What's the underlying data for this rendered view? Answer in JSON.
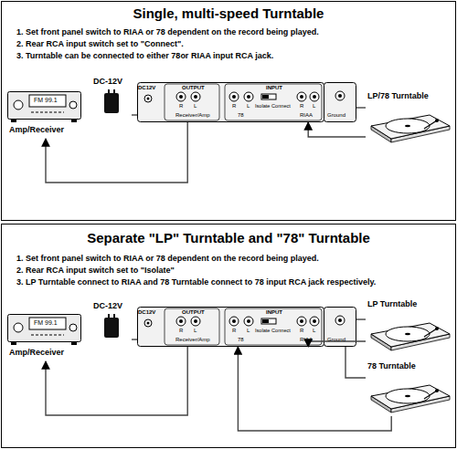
{
  "diagram": {
    "title": "Single, multi-speed Turntable",
    "nodes": [
      {
        "text": [
          "FM 99.1",
          "Amp/Receiver"
        ]
      },
      {
        "text": [
          "DC-12V"
        ]
      },
      {
        "text": [
          "DC12V",
          "OUTPUT",
          "R",
          "L",
          "Receiver/Amp",
          "INPUT",
          "R",
          "L",
          "R",
          "L",
          "Isolate Connect",
          "78",
          "RIAA",
          "Ground"
        ]
      },
      {
        "text": [
          "LP/78 Turntable"
        ]
      },
      {
        "text": [
          "FM 99.1",
          "Amp/Receiver"
        ]
      },
      {
        "text": [
          "DC-12V"
        ]
      },
      {
        "text": [
          "DC12V",
          "OUTPUT",
          "R",
          "L",
          "Receiver/Amp",
          "INPUT",
          "R",
          "L",
          "R",
          "L",
          "Isolate Connect",
          "78",
          "RIAA",
          "Ground"
        ]
      },
      {
        "text": [
          "LP Turntable"
        ]
      },
      {
        "text": [
          "78 Turntable"
        ]
      }
    ],
    "edges": [
      {
        "from": 2,
        "to": 0,
        "arrow": "to"
      },
      {
        "from": 3,
        "to": 2,
        "arrow": "to"
      },
      {
        "from": 1,
        "to": 2,
        "arrow": "none"
      },
      {
        "from": 3,
        "to": 2,
        "arrow": "none"
      },
      {
        "from": 6,
        "to": 4,
        "arrow": "to"
      },
      {
        "from": 7,
        "to": 6,
        "arrow": "to"
      },
      {
        "from": 8,
        "to": 6,
        "arrow": "to"
      },
      {
        "from": 5,
        "to": 6,
        "arrow": "none"
      },
      {
        "from": 7,
        "to": 6,
        "arrow": "none"
      },
      {
        "from": 8,
        "to": 6,
        "arrow": "none"
      }
    ],
    "labels": [
      "1. Set front panel switch to RIAA or 78 dependent on the record being played.",
      "2. Rear RCA input switch set to \"Connect\".",
      "3. Turntable can be connected to either 78or RIAA input RCA jack.",
      "Separate \"LP\" Turntable and \"78\" Turntable",
      "1. Set front panel switch to RIAA or 78 dependent on the record being played.",
      "2. Rear RCA input switch set to \"Isolate\"",
      "3. LP Turntable connect to RIAA and 78 Turntable connect to 78 input RCA jack respectively."
    ]
  }
}
